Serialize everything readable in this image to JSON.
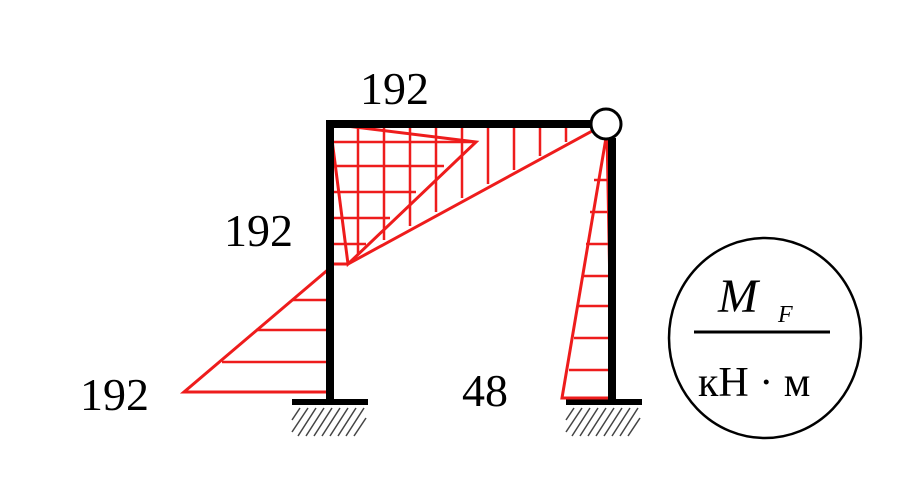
{
  "labels": {
    "top_beam_value": "192",
    "left_column_mid_value": "192",
    "left_base_value": "192",
    "right_base_value": "48"
  },
  "legend": {
    "symbol": "M",
    "subscript": "F",
    "units": "кН · м"
  },
  "colors": {
    "frame": "#000000",
    "moment_diagram": "#ee1c1c",
    "hatch": "#444444"
  }
}
